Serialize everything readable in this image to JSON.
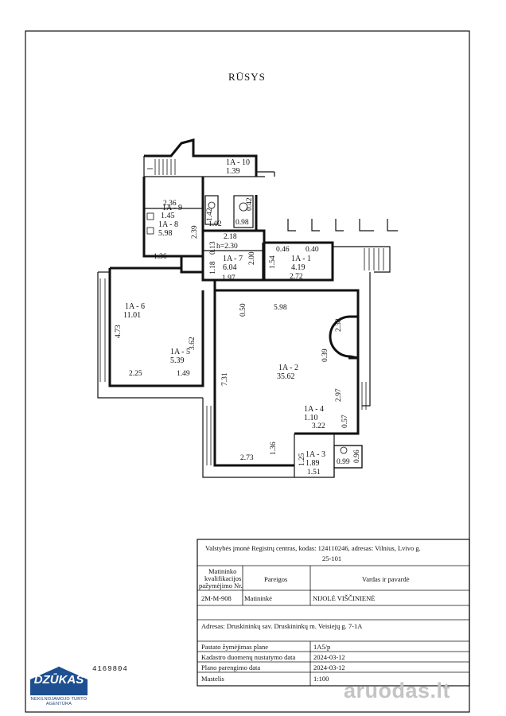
{
  "plan": {
    "title": "RŪSYS",
    "rooms": [
      {
        "id": "1A - 10",
        "area": "1.39"
      },
      {
        "id": "1A - 9",
        "area": "1.45"
      },
      {
        "id": "1A - 8",
        "area": "5.98"
      },
      {
        "id": "1A - 7",
        "area": "6.04"
      },
      {
        "id": "1A - 1",
        "area": "4.19"
      },
      {
        "id": "1A - 6",
        "area": "11.01"
      },
      {
        "id": "1A - 5",
        "area": "5.39"
      },
      {
        "id": "1A - 2",
        "area": "35.62"
      },
      {
        "id": "1A - 4",
        "area": "1.10"
      },
      {
        "id": "1A - 3",
        "area": "1.89"
      }
    ],
    "dimensions": [
      "2.36",
      "2.39",
      "1.36",
      "2.18",
      "h=2.30",
      "0.13",
      "1.18",
      "2.00",
      "1.97",
      "1.54",
      "0.46",
      "0.40",
      "2.72",
      "0.42",
      "0.98",
      "1.42",
      "1.02",
      "0.50",
      "5.98",
      "2.38",
      "0.39",
      "4.73",
      "3.62",
      "2.25",
      "1.49",
      "7.31",
      "2.97",
      "0.57",
      "3.22",
      "1.36",
      "2.73",
      "1.25",
      "1.51",
      "0.99",
      "0.96"
    ]
  },
  "titleblock": {
    "header": "Valstybės įmonė Registrų centras, kodas: 124110246, adresas: Vilnius, Lvivo g. 25-101",
    "col1_header": "Matininko kvalifikacijos pažymėjimo Nr.",
    "col2_header": "Pareigos",
    "col3_header": "Vardas ir pavardė",
    "cert_no": "2M-M-908",
    "position": "Matininkė",
    "name": "NIJOLĖ VIŠČINIENĖ",
    "address": "Adresas: Druskininkų sav. Druskininkų m. Veisiejų g. 7-1A",
    "rows": [
      {
        "label": "Pastato žymėjimas plane",
        "value": "1A5/p"
      },
      {
        "label": "Kadastro duomenų nustatymo data",
        "value": "2024-03-12"
      },
      {
        "label": "Plano parengimo data",
        "value": "2024-03-12"
      },
      {
        "label": "Mastelis",
        "value": "1:100"
      }
    ]
  },
  "footer": {
    "logo_title": "DZŪKAS",
    "logo_subtitle": "NEKILNOJAMOJO TURTO AGENTŪRA",
    "doc_number": "4169804",
    "watermark": "aruodas.lt"
  },
  "colors": {
    "logo_blue": "#1d4f91",
    "watermark": "#c4c4c4"
  }
}
